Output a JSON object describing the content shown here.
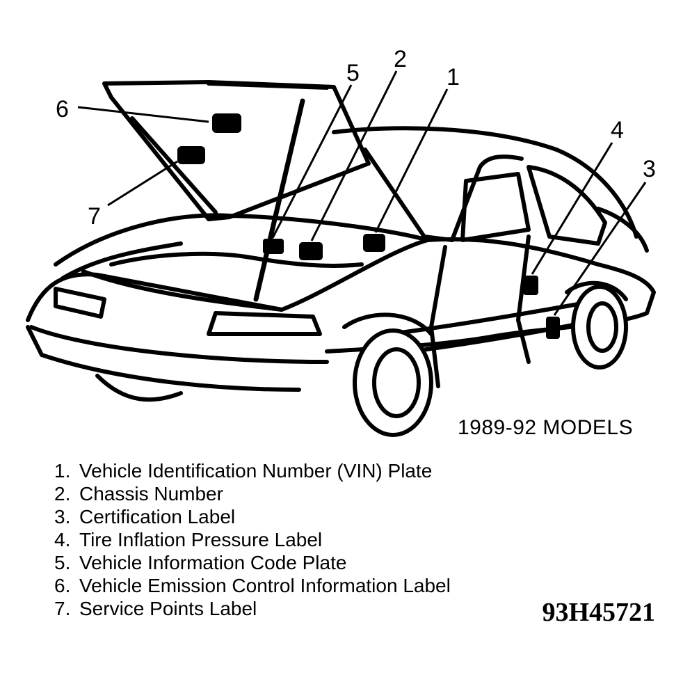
{
  "caption": "1989-92 MODELS",
  "figure_code": "93H45721",
  "callouts": {
    "1": "1",
    "2": "2",
    "3": "3",
    "4": "4",
    "5": "5",
    "6": "6",
    "7": "7"
  },
  "legend": [
    {
      "number": "1.",
      "label": "Vehicle Identification Number (VIN) Plate"
    },
    {
      "number": "2.",
      "label": "Chassis Number"
    },
    {
      "number": "3.",
      "label": "Certification Label"
    },
    {
      "number": "4.",
      "label": "Tire Inflation Pressure Label"
    },
    {
      "number": "5.",
      "label": "Vehicle Information Code Plate"
    },
    {
      "number": "6.",
      "label": "Vehicle Emission Control Information Label"
    },
    {
      "number": "7.",
      "label": "Service Points Label"
    }
  ],
  "colors": {
    "ink": "#000000",
    "paper": "#ffffff"
  }
}
